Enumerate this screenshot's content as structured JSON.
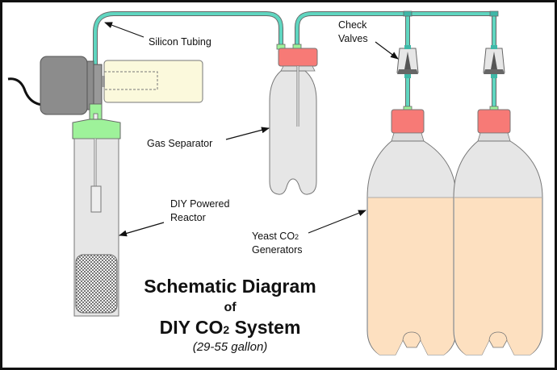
{
  "diagram": {
    "title": {
      "line1": "Schematic Diagram",
      "line2": "of",
      "line3_prefix": "DIY CO",
      "line3_sub": "2",
      "line3_suffix": " System",
      "line4": "(29-55 gallon)"
    },
    "labels": {
      "silicon_tubing": "Silicon Tubing",
      "check_valves_1": "Check",
      "check_valves_2": "Valves",
      "gas_separator": "Gas Separator",
      "reactor_1": "DIY Powered",
      "reactor_2": "Reactor",
      "yeast_1_prefix": "Yeast CO",
      "yeast_1_sub": "2",
      "yeast_2": "Generators"
    },
    "components": [
      "pump-motor",
      "power-cord",
      "pump-housing",
      "reactor-tube",
      "reactor-media",
      "gas-separator-bottle",
      "check-valve",
      "yeast-bottle"
    ],
    "colors": {
      "tubing": "#5fd6c0",
      "cap": "#f77a76",
      "reactor_cap": "#9ef29a",
      "bottle": "#e6e6e6",
      "yeast_liquid": "#fde0c0",
      "motor": "#8c8c8c",
      "pump_housing": "#fbf9dc"
    }
  }
}
